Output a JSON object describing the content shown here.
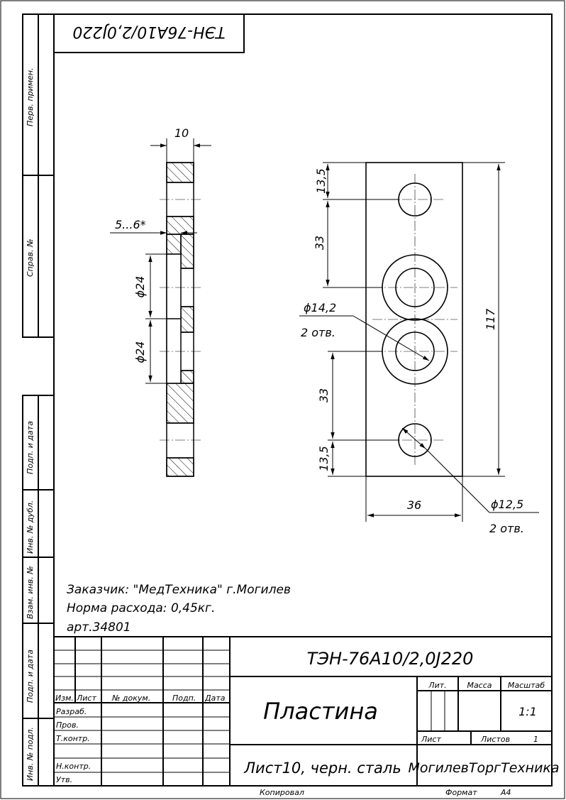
{
  "corner_stamp": "ТЭН-76А10/2,0J220",
  "side_labels": {
    "perv_primen": "Перв. примен.",
    "sprav_no": "Справ. №",
    "podp_data_1": "Подп. и дата",
    "inv_dubl": "Инв. № дубл.",
    "vzam_inv": "Взам. инв. №",
    "podp_data_2": "Подп. и дата",
    "inv_podl": "Инв. № подл."
  },
  "dimensions": {
    "thickness": "10",
    "groove_depth": "5...6*",
    "dia_24_top": "ϕ24",
    "dia_24_bottom": "ϕ24",
    "top_offset": "13,5",
    "spacing_top": "33",
    "spacing_bottom": "33",
    "bottom_offset": "13,5",
    "overall_length": "117",
    "width": "36",
    "hole_large": "ϕ14,2",
    "hole_large_qty": "2 отв.",
    "hole_small": "ϕ12,5",
    "hole_small_qty": "2 отв."
  },
  "notes": [
    "Заказчик: \"МедТехника\" г.Могилев",
    "Норма расхода: 0,45кг.",
    "арт.34801"
  ],
  "title_block": {
    "designation": "ТЭН-76А10/2,0J220",
    "part_name": "Пластина",
    "material": "Лист10, черн. сталь",
    "organization": "МогилевТоргТехника",
    "col_izm": "Изм.",
    "col_list": "Лист",
    "col_doc": "№ докум.",
    "col_podp": "Подп.",
    "col_data": "Дата",
    "row_razrab": "Разраб.",
    "row_prov": "Пров.",
    "row_tkontr": "Т.контр.",
    "row_nkontr": "Н.контр.",
    "row_utv": "Утв.",
    "lit": "Лит.",
    "massa": "Масса",
    "masshtab": "Масштаб",
    "scale": "1:1",
    "sheet_label": "Лист",
    "sheets_label": "Листов",
    "sheets_count": "1"
  },
  "footer": {
    "copied": "Копировал",
    "format_label": "Формат",
    "format_value": "А4"
  }
}
